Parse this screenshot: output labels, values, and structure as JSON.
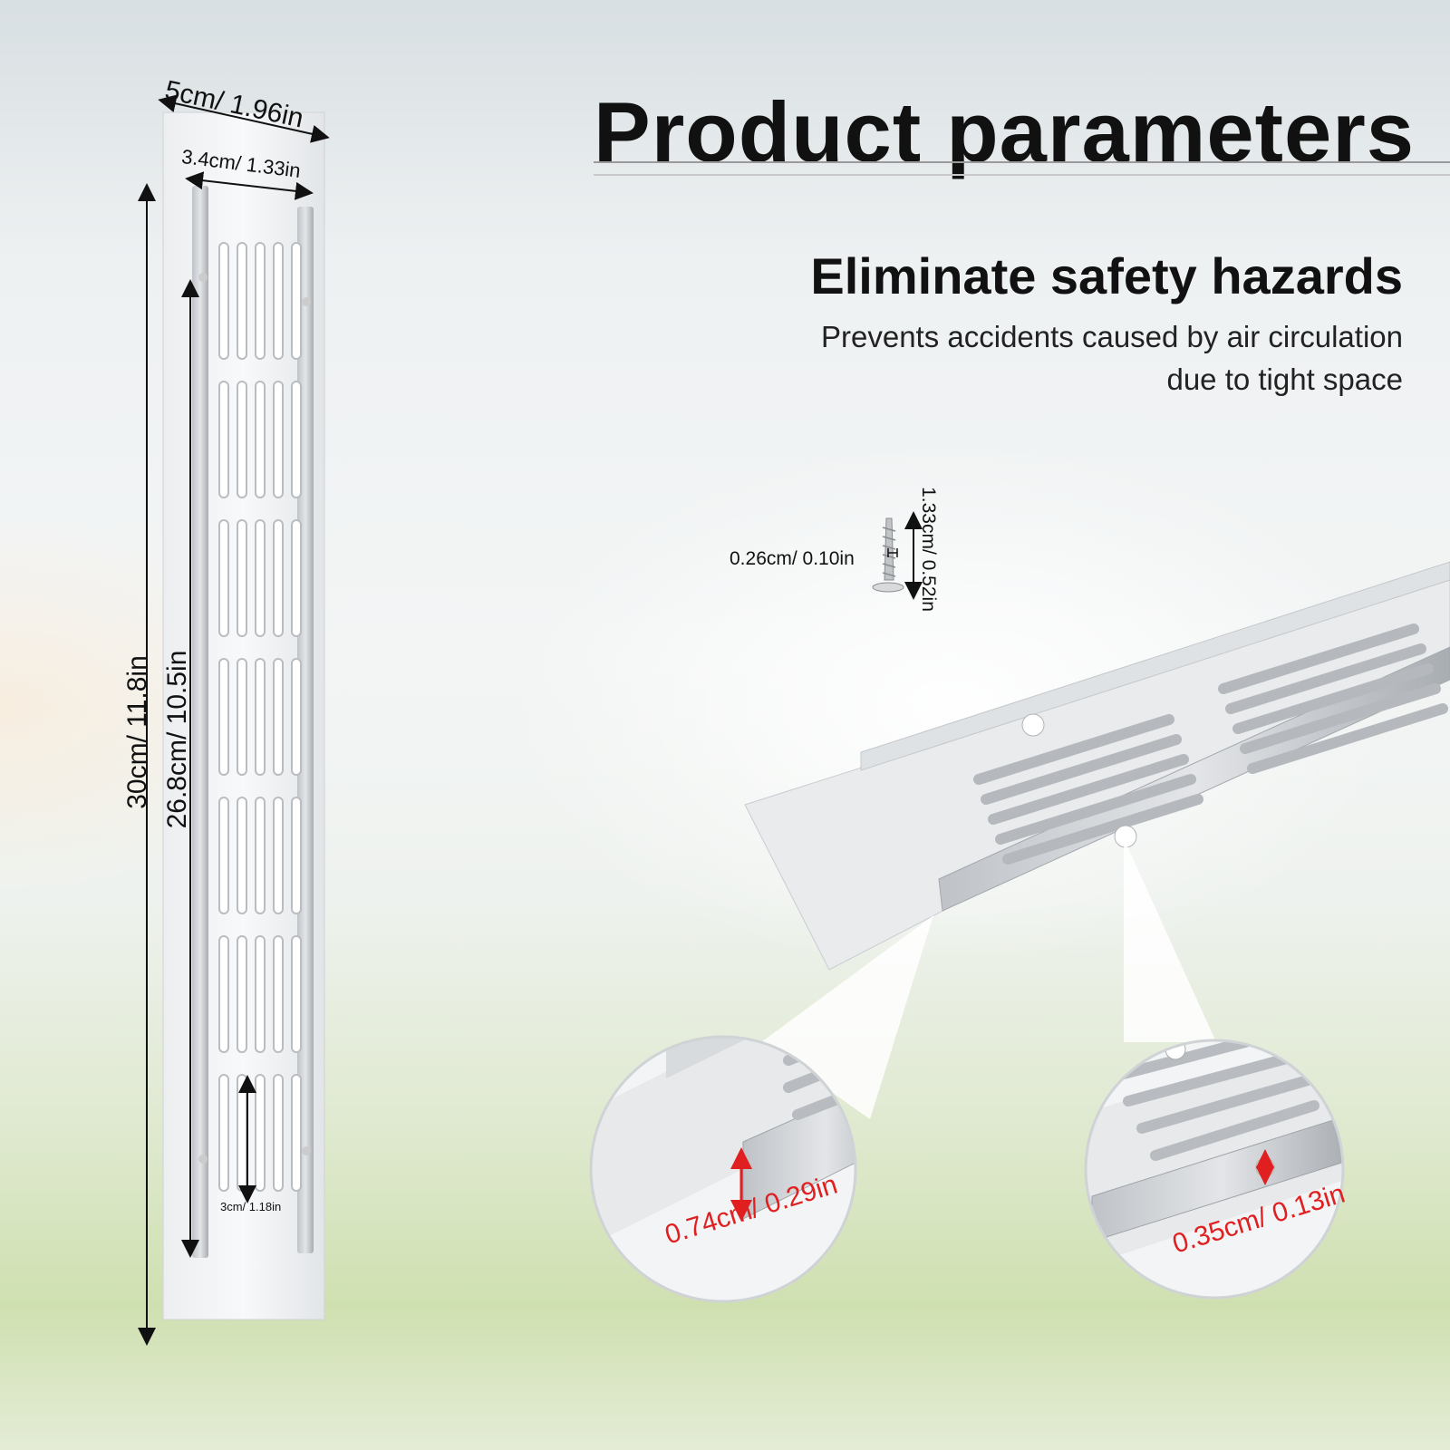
{
  "heading": {
    "title": "Product parameters",
    "subtitle": "Eliminate safety hazards",
    "description_lines": [
      "Prevents accidents caused by air circulation",
      "due to tight space"
    ]
  },
  "dimensions": {
    "outer_width": "5cm/ 1.96in",
    "inner_width": "3.4cm/ 1.33in",
    "total_length": "30cm/ 11.8in",
    "inner_length": "26.8cm/ 10.5in",
    "slot_length": "3cm/ 1.18in",
    "screw_length": "1.33cm/ 0.52in",
    "screw_diameter": "0.26cm/ 0.10in",
    "rail_height": "0.74cm/ 0.29in",
    "hole_diameter": "0.35cm/ 0.13in"
  },
  "colors": {
    "highlight": "#e02020",
    "metal": "#c9ccd0"
  }
}
